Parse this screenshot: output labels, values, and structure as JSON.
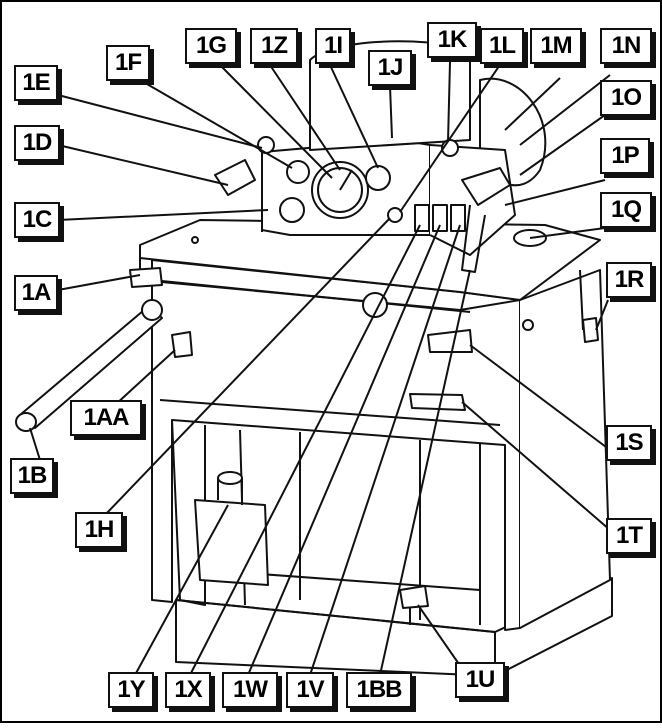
{
  "labels": {
    "l1A": "1A",
    "l1B": "1B",
    "l1C": "1C",
    "l1D": "1D",
    "l1E": "1E",
    "l1F": "1F",
    "l1G": "1G",
    "l1Z": "1Z",
    "l1I": "1I",
    "l1J": "1J",
    "l1K": "1K",
    "l1L": "1L",
    "l1M": "1M",
    "l1N": "1N",
    "l1O": "1O",
    "l1P": "1P",
    "l1Q": "1Q",
    "l1R": "1R",
    "l1S": "1S",
    "l1T": "1T",
    "l1U": "1U",
    "l1AA": "1AA",
    "l1H": "1H",
    "l1Y": "1Y",
    "l1X": "1X",
    "l1W": "1W",
    "l1V": "1V",
    "l1BB": "1BB"
  },
  "colors": {
    "ink": "#111111",
    "paper": "#ffffff",
    "frame": "#000000"
  }
}
